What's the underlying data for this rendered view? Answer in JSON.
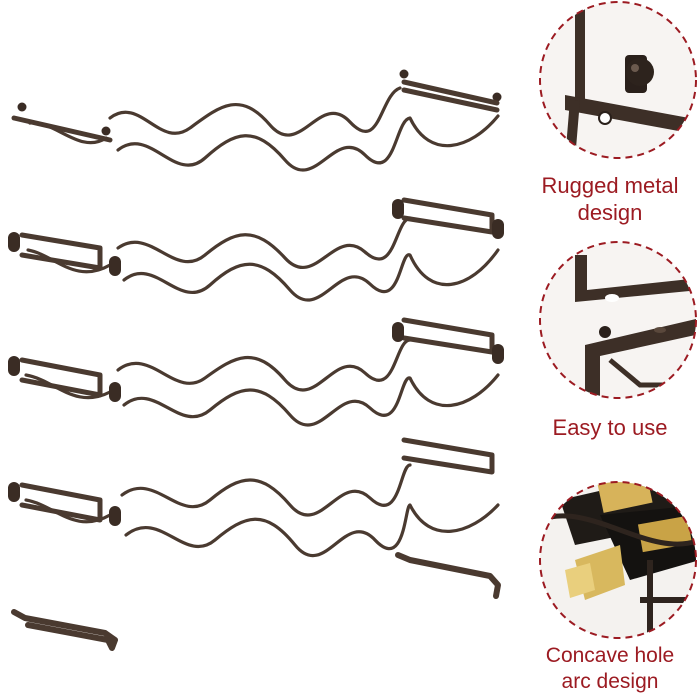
{
  "product": {
    "name": "4-tier stackable metal wine rack",
    "finish_color": "#4a3a30"
  },
  "callouts": [
    {
      "lines": [
        "Rugged metal",
        "design"
      ],
      "icon": "rack-corner-knob-closeup"
    },
    {
      "lines": [
        "Easy to use"
      ],
      "icon": "stacking-connector-closeup"
    },
    {
      "lines": [
        "Concave hole",
        "arc design"
      ],
      "icon": "wine-bottles-on-rack-closeup"
    }
  ],
  "colors": {
    "caption": "#9c1b22",
    "frame": "#4a3a30",
    "dashed_circle": "#9c1b22",
    "background": "#ffffff"
  }
}
